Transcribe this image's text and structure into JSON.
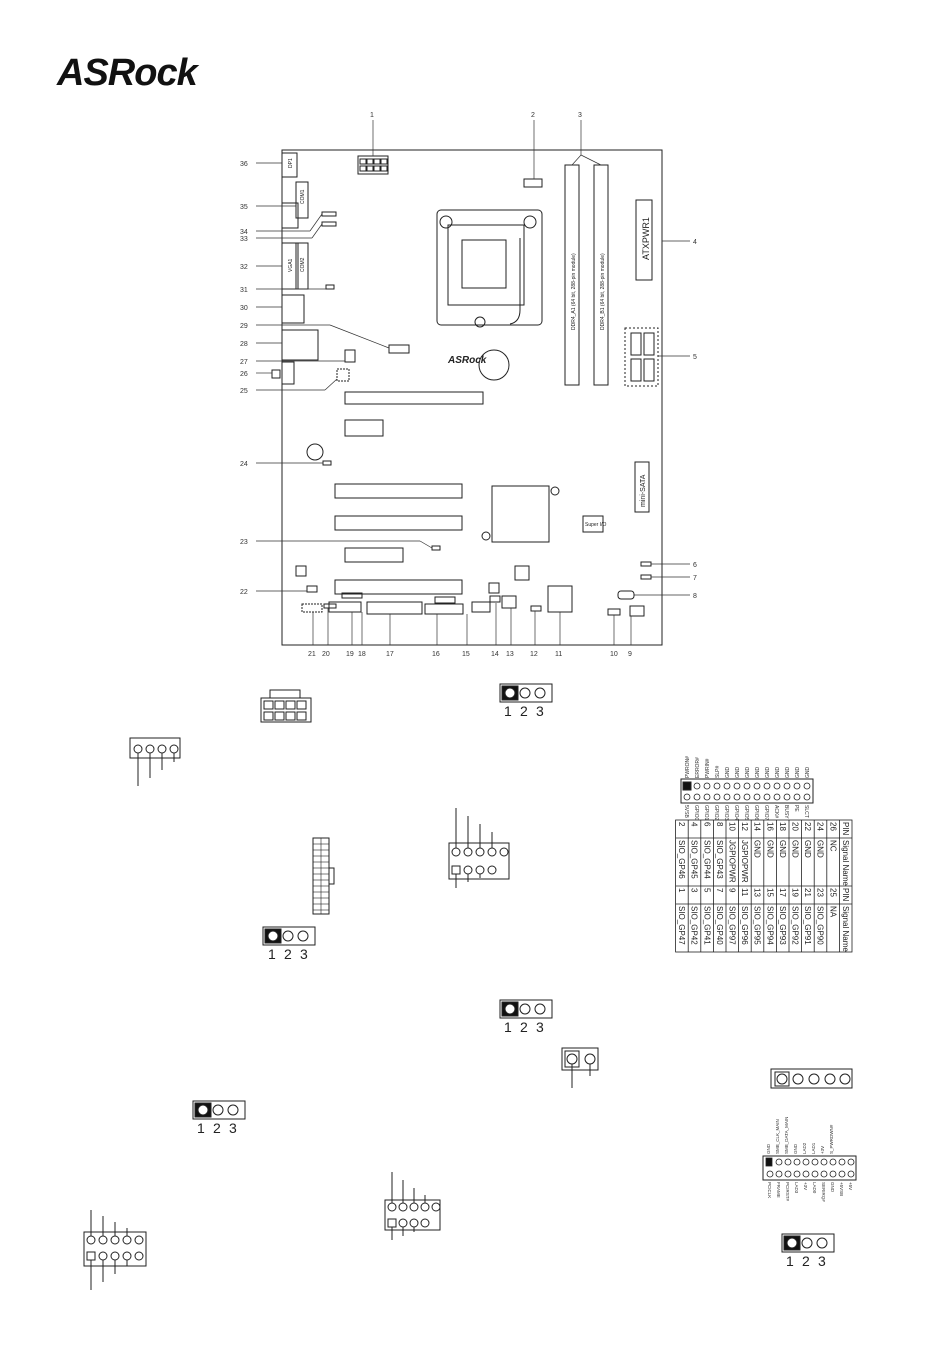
{
  "logo": {
    "brand": "ASRock"
  },
  "board": {
    "silk_logo": "ASRock",
    "atxpwr_label": "ATXPWR1",
    "mini_sata_label": "mini-SATA",
    "superio_label": "Super I/O",
    "dimm_a1": "DDR4_A1 (64 bit, 288-pin module)",
    "dimm_b1": "DDR4_B1 (64 bit, 288-pin module)",
    "port_labels": [
      "DP1",
      "COM1",
      "COM2",
      "VGA1"
    ]
  },
  "callouts_top": [
    "1",
    "2",
    "3"
  ],
  "callouts_right": [
    "4",
    "5",
    "6",
    "7",
    "8"
  ],
  "callouts_left": [
    "36",
    "35",
    "34",
    "33",
    "32",
    "31",
    "30",
    "29",
    "28",
    "27",
    "26",
    "25",
    "24",
    "23",
    "22"
  ],
  "callouts_bottom": [
    "21",
    "20",
    "19",
    "18",
    "17",
    "16",
    "15",
    "14",
    "13",
    "12",
    "11",
    "10",
    "9"
  ],
  "jumper_numbers": [
    "1",
    "2",
    "3"
  ],
  "gpio_header_pins": {
    "top": [
      "PWRON#",
      "ERROR#",
      "PWRIN#",
      "SLP#",
      "GND",
      "GND",
      "GND",
      "GND",
      "GND",
      "GND",
      "GND",
      "GND",
      "GND"
    ],
    "bottom": [
      "5VSB",
      "GPIO0",
      "GPIO1",
      "GPIO2",
      "GPIO3",
      "GPIO4",
      "GPIO5",
      "GPIO6",
      "GPIO7",
      "ACK#",
      "BUSY",
      "PE",
      "SLCT"
    ]
  },
  "gpio_table": {
    "headers": [
      "PIN",
      "Signal Name",
      "PIN",
      "Signal Name"
    ],
    "rows": [
      [
        "26",
        "NC",
        "25",
        "NA"
      ],
      [
        "24",
        "GND",
        "23",
        "SIO_GP90"
      ],
      [
        "22",
        "GND",
        "21",
        "SIO_GP91"
      ],
      [
        "20",
        "GND",
        "19",
        "SIO_GP92"
      ],
      [
        "18",
        "GND",
        "17",
        "SIO_GP93"
      ],
      [
        "16",
        "GND",
        "15",
        "SIO_GP94"
      ],
      [
        "14",
        "GND",
        "13",
        "SIO_GP95"
      ],
      [
        "12",
        "JGPIOPWR",
        "11",
        "SIO_GP96"
      ],
      [
        "10",
        "JGPIOPWR",
        "9",
        "SIO_GP97"
      ],
      [
        "8",
        "SIO_GP43",
        "7",
        "SIO_GP40"
      ],
      [
        "6",
        "SIO_GP44",
        "5",
        "SIO_GP41"
      ],
      [
        "4",
        "SIO_GP45",
        "3",
        "SIO_GP42"
      ],
      [
        "2",
        "SIO_GP46",
        "1",
        "SIO_GP47"
      ]
    ]
  },
  "smb_header_pins": {
    "left": [
      "GND",
      "SMB_CLK_MAIN",
      "SMB_DATA_MAIN",
      "GND",
      "LAD2",
      "LAD1",
      "+3V",
      "S_PWRDWN#"
    ],
    "right": [
      "PCICLK",
      "FRAME",
      "PCIRST#",
      "LAD3",
      "+3V",
      "LAD0",
      "SERIRQ#",
      "GND",
      "+5VSB",
      "+5V"
    ]
  }
}
